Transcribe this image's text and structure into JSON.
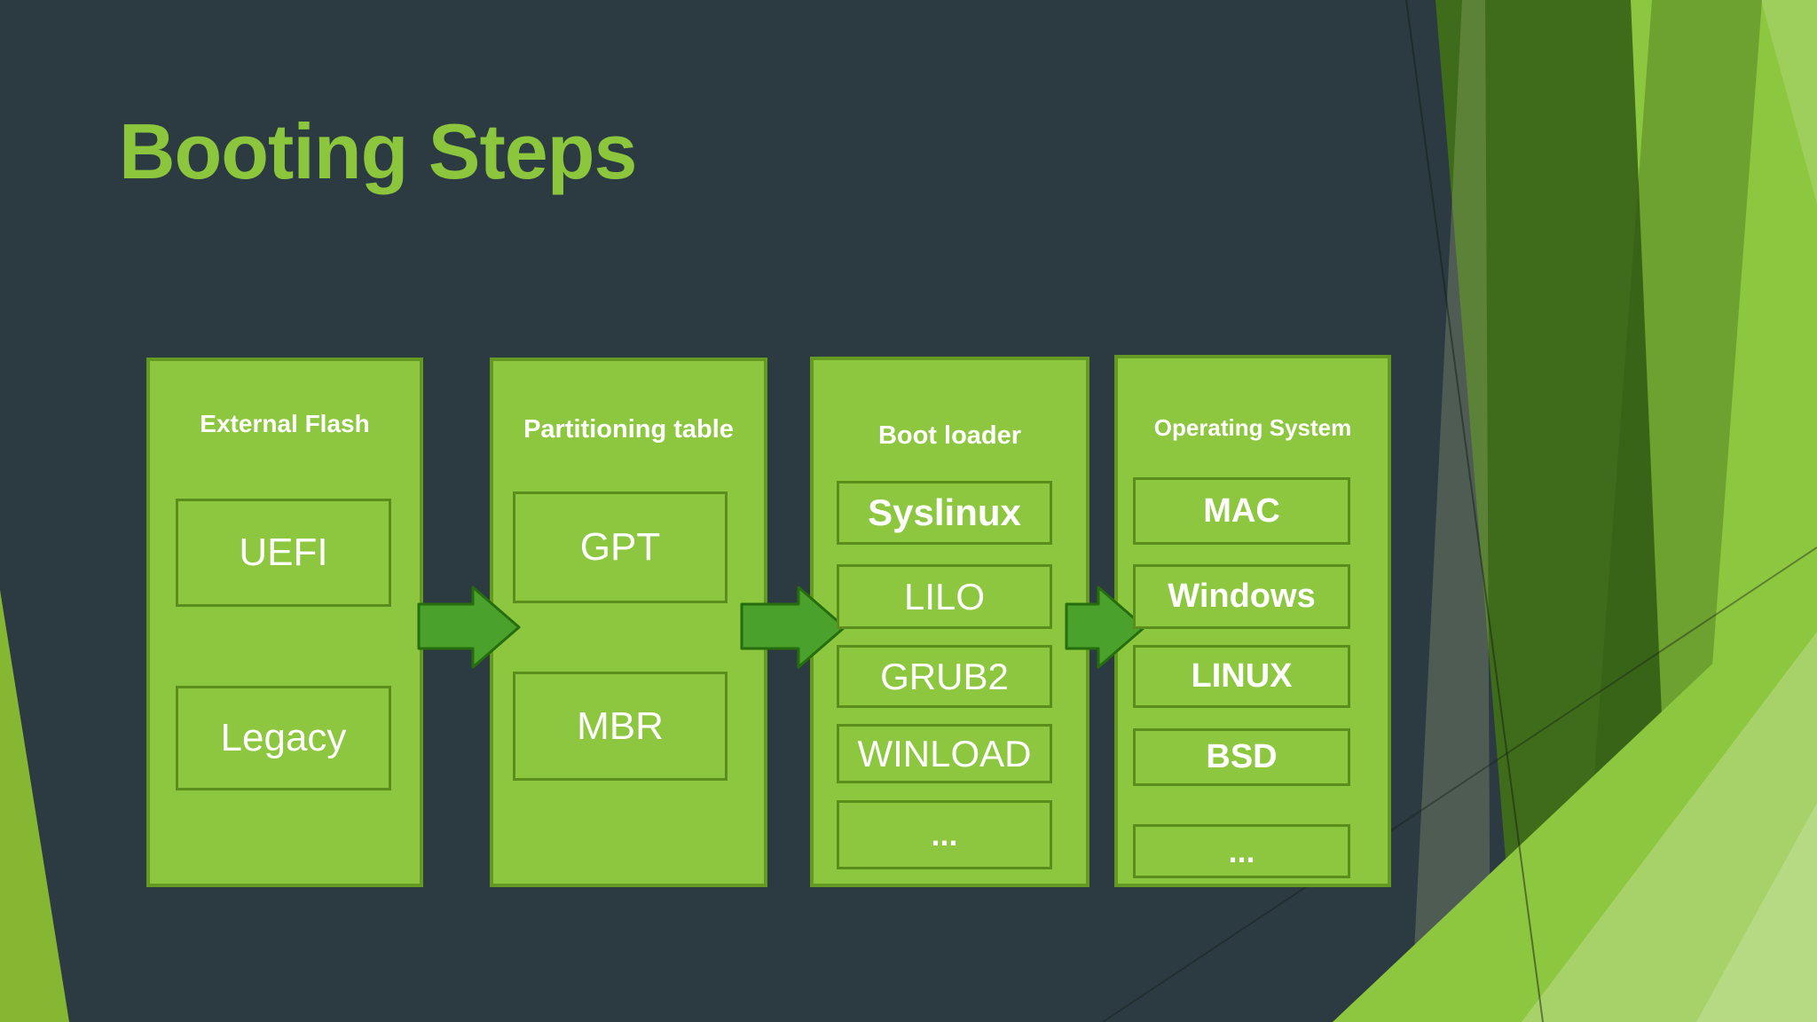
{
  "slide": {
    "title": "Booting Steps"
  },
  "columns": [
    {
      "title": "External Flash",
      "items": [
        "UEFI",
        "Legacy"
      ]
    },
    {
      "title": "Partitioning table",
      "items": [
        "GPT",
        "MBR"
      ]
    },
    {
      "title": "Boot loader",
      "items": [
        "Syslinux",
        "LILO",
        "GRUB2",
        "WINLOAD",
        "..."
      ]
    },
    {
      "title": "Operating System",
      "items": [
        "MAC",
        "Windows",
        "LINUX",
        "BSD",
        "..."
      ]
    }
  ],
  "flow": {
    "direction": "left-to-right",
    "arrow_count": 3
  },
  "colors": {
    "background": "#2c3a42",
    "panel_green": "#8dc63f",
    "panel_border": "#649a21",
    "box_border": "#5b8d1d",
    "arrow_fill": "#4aa12b",
    "arrow_border": "#256d0d",
    "title_green": "#8cc63c",
    "dark_blade_green": "#3f6c1b",
    "mid_blade_green": "#6ea231",
    "wedge_green": "#86b733",
    "text": "#ffffff"
  }
}
